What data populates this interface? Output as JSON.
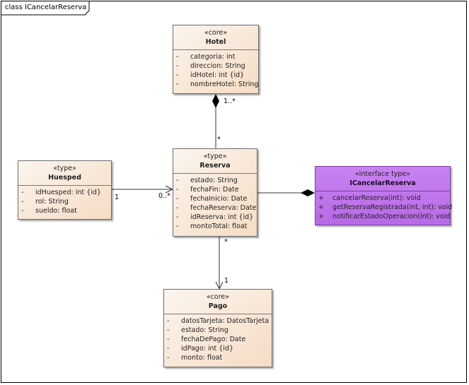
{
  "diagram": {
    "frame_title": "class ICancelarReserva",
    "classes": {
      "hotel": {
        "stereotype": "«core»",
        "name": "Hotel",
        "attributes": [
          {
            "vis": "-",
            "text": "categoria: int"
          },
          {
            "vis": "-",
            "text": "direccion: String"
          },
          {
            "vis": "-",
            "text": "idHotel: int {id}"
          },
          {
            "vis": "-",
            "text": "nombreHotel: String"
          }
        ]
      },
      "reserva": {
        "stereotype": "«type»",
        "name": "Reserva",
        "attributes": [
          {
            "vis": "-",
            "text": "estado: String"
          },
          {
            "vis": "-",
            "text": "fechaFin: Date"
          },
          {
            "vis": "-",
            "text": "fechaInicio: Date"
          },
          {
            "vis": "-",
            "text": "fechaReserva: Date"
          },
          {
            "vis": "-",
            "text": "idReserva: int {id}"
          },
          {
            "vis": "-",
            "text": "montoTotal: float"
          }
        ]
      },
      "huesped": {
        "stereotype": "«type»",
        "name": "Huesped",
        "attributes": [
          {
            "vis": "-",
            "text": "idHuesped: int {id}"
          },
          {
            "vis": "-",
            "text": "rol: String"
          },
          {
            "vis": "-",
            "text": "sueldo: float"
          }
        ]
      },
      "icancelar": {
        "stereotype": "«interface type»",
        "name": "ICancelarReserva",
        "operations": [
          {
            "vis": "+",
            "text": "cancelarReserva(int): void"
          },
          {
            "vis": "+",
            "text": "getReservaRegistrada(int, int): void"
          },
          {
            "vis": "+",
            "text": "notificarEstadoOperacion(int): void"
          }
        ]
      },
      "pago": {
        "stereotype": "«core»",
        "name": "Pago",
        "attributes": [
          {
            "vis": "-",
            "text": "datosTarjeta: DatosTarjeta"
          },
          {
            "vis": "-",
            "text": "estado: String"
          },
          {
            "vis": "-",
            "text": "fechaDePago: Date"
          },
          {
            "vis": "-",
            "text": "idPago: int {id}"
          },
          {
            "vis": "-",
            "text": "monto: float"
          }
        ]
      }
    },
    "multiplicities": {
      "hotel_end": "1..*",
      "reserva_top": "*",
      "huesped_end": "1",
      "reserva_left": "0..*",
      "reserva_bottom": "*",
      "pago_end": "1"
    }
  }
}
